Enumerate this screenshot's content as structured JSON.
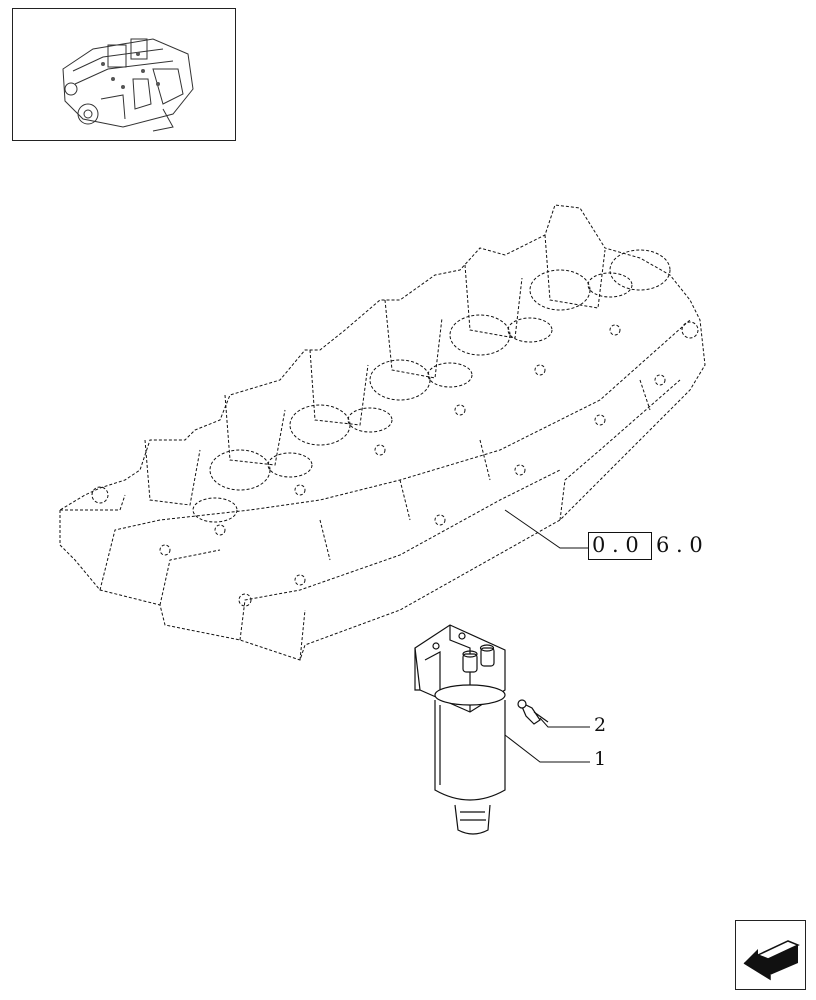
{
  "thumbnail": {
    "icon": "engine-thumbnail-icon"
  },
  "reference": {
    "boxed": "0 . 0",
    "rest": "6 . 0"
  },
  "callouts": {
    "c1": "1",
    "c2": "2"
  },
  "nav": {
    "icon": "arrow-left-icon"
  },
  "colors": {
    "line": "#111111",
    "background": "#ffffff"
  }
}
